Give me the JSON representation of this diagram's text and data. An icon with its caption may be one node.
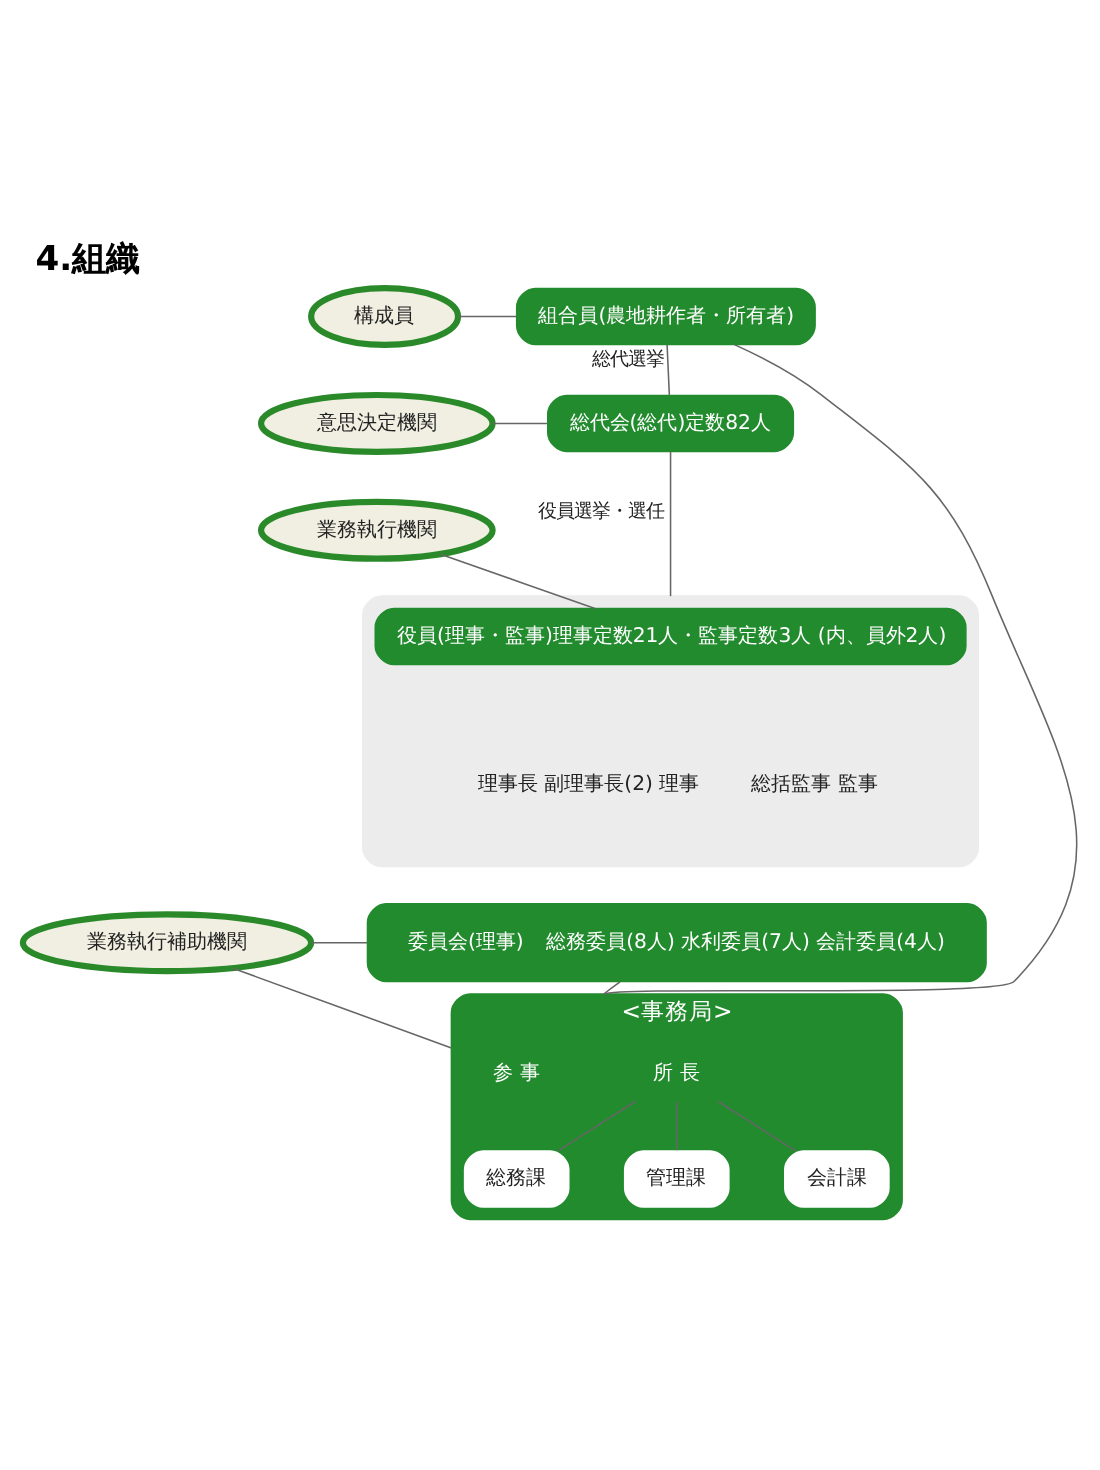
{
  "diagram": {
    "title": "4.組織",
    "nodes": [
      {
        "text": [
          "構成員"
        ]
      },
      {
        "text": [
          "組合員(農地耕作者・所有者)"
        ]
      },
      {
        "text": [
          "意思決定機関"
        ]
      },
      {
        "text": [
          "総代会(総代)定数82人"
        ]
      },
      {
        "text": [
          "業務執行機関"
        ]
      },
      {
        "text": [
          "理事長 副理事長(2) 理事",
          "総括監事 監事"
        ]
      },
      {
        "text": [
          "役員(理事・監事)理事定数21人・監事定数3人 (内、員外2人)"
        ],
        "in": 5
      },
      {
        "text": [
          "業務執行補助機関"
        ]
      },
      {
        "text": [
          "委員会(理事)",
          "総務委員(8人) 水利委員(7人) 会計委員(4人)"
        ]
      },
      {
        "text": [
          "<事務局>"
        ]
      },
      {
        "text": [
          "参 事"
        ],
        "in": 9
      },
      {
        "text": [
          "所 長"
        ],
        "in": 9
      },
      {
        "text": [
          "総務課"
        ],
        "in": 9
      },
      {
        "text": [
          "会計課"
        ],
        "in": 9
      },
      {
        "text": [
          "管理課"
        ],
        "in": 9
      }
    ],
    "edges": [
      {
        "from": 0,
        "to": 1,
        "arrow": "none"
      },
      {
        "from": 1,
        "to": 3,
        "arrow": "none",
        "label": "総代選挙"
      },
      {
        "from": 2,
        "to": 3,
        "arrow": "none"
      },
      {
        "from": 3,
        "to": 5,
        "arrow": "none",
        "label": "役員選挙・選任"
      },
      {
        "from": 4,
        "to": 6,
        "arrow": "none"
      },
      {
        "from": 1,
        "to": 9,
        "arrow": "none"
      },
      {
        "from": 7,
        "to": 8,
        "arrow": "none"
      },
      {
        "from": 7,
        "to": 9,
        "arrow": "none"
      },
      {
        "from": 8,
        "to": 9,
        "arrow": "none"
      },
      {
        "from": 11,
        "to": 12,
        "arrow": "none"
      },
      {
        "from": 11,
        "to": 13,
        "arrow": "none"
      },
      {
        "from": 11,
        "to": 14,
        "arrow": "none"
      }
    ]
  }
}
